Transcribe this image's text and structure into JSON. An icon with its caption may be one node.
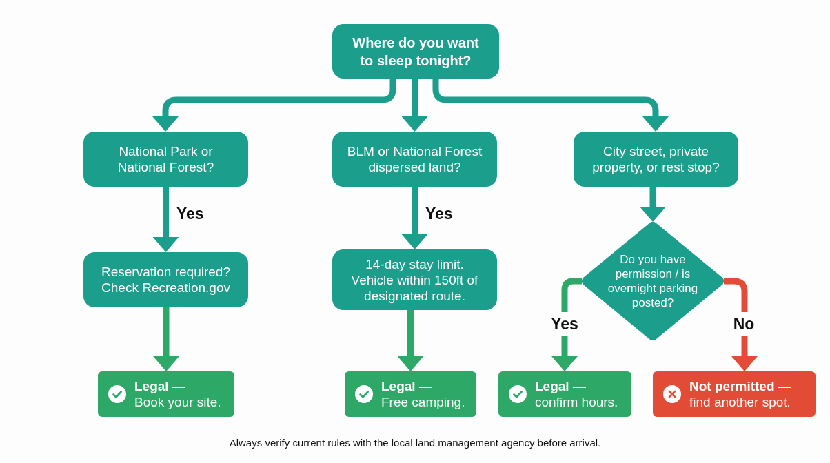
{
  "diagram": {
    "caption": "Always verify current rules with the local land management agency before arrival.",
    "nodes": [
      {
        "text": [
          "Where do you want to sleep tonight?"
        ]
      },
      {
        "text": [
          "National Park or National Forest?"
        ]
      },
      {
        "text": [
          "BLM or National Forest dispersed land?"
        ]
      },
      {
        "text": [
          "City street, private property, or rest stop?"
        ]
      },
      {
        "text": [
          "Reservation required? Check Recreation.gov"
        ]
      },
      {
        "text": [
          "14-day stay limit. Vehicle within 150ft of designated route."
        ]
      },
      {
        "text": [
          "Do you have permission / is overnight parking posted?"
        ]
      },
      {
        "text": [
          "Legal —",
          "Book your site."
        ]
      },
      {
        "text": [
          "Legal —",
          "Free camping."
        ]
      },
      {
        "text": [
          "Legal —",
          "confirm hours."
        ]
      },
      {
        "text": [
          "Not permitted —",
          "find another spot."
        ]
      }
    ],
    "edges": [
      {
        "from": 0,
        "to": 1,
        "arrow": "to"
      },
      {
        "from": 0,
        "to": 2,
        "arrow": "to"
      },
      {
        "from": 0,
        "to": 3,
        "arrow": "to"
      },
      {
        "from": 1,
        "to": 4,
        "arrow": "to",
        "label": "Yes"
      },
      {
        "from": 2,
        "to": 5,
        "arrow": "to",
        "label": "Yes"
      },
      {
        "from": 3,
        "to": 6,
        "arrow": "to"
      },
      {
        "from": 4,
        "to": 7,
        "arrow": "to",
        "color": "#2ea866"
      },
      {
        "from": 5,
        "to": 8,
        "arrow": "to",
        "color": "#2ea866"
      },
      {
        "from": 6,
        "to": 9,
        "arrow": "to",
        "label": "Yes",
        "color": "#2ea866"
      },
      {
        "from": 6,
        "to": 10,
        "arrow": "to",
        "label": "No",
        "color": "#e24b36"
      }
    ]
  }
}
